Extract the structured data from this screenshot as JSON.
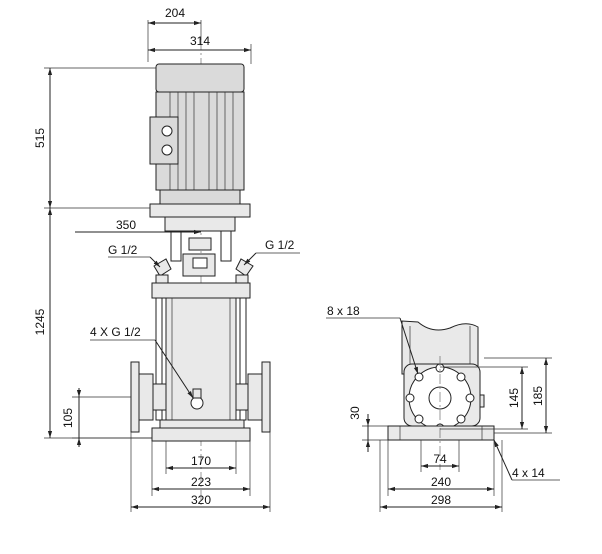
{
  "dimensions": {
    "d204": "204",
    "d314": "314",
    "d515": "515",
    "d350": "350",
    "g_left": "G 1/2",
    "g_right": "G 1/2",
    "d1245": "1245",
    "drain": "4 X G 1/2",
    "d105": "105",
    "d170": "170",
    "d223": "223",
    "d320": "320",
    "flange_holes": "8 x 18",
    "d145": "145",
    "d185": "185",
    "d30": "30",
    "d74": "74",
    "d240": "240",
    "d298": "298",
    "base_holes": "4 x 14"
  }
}
